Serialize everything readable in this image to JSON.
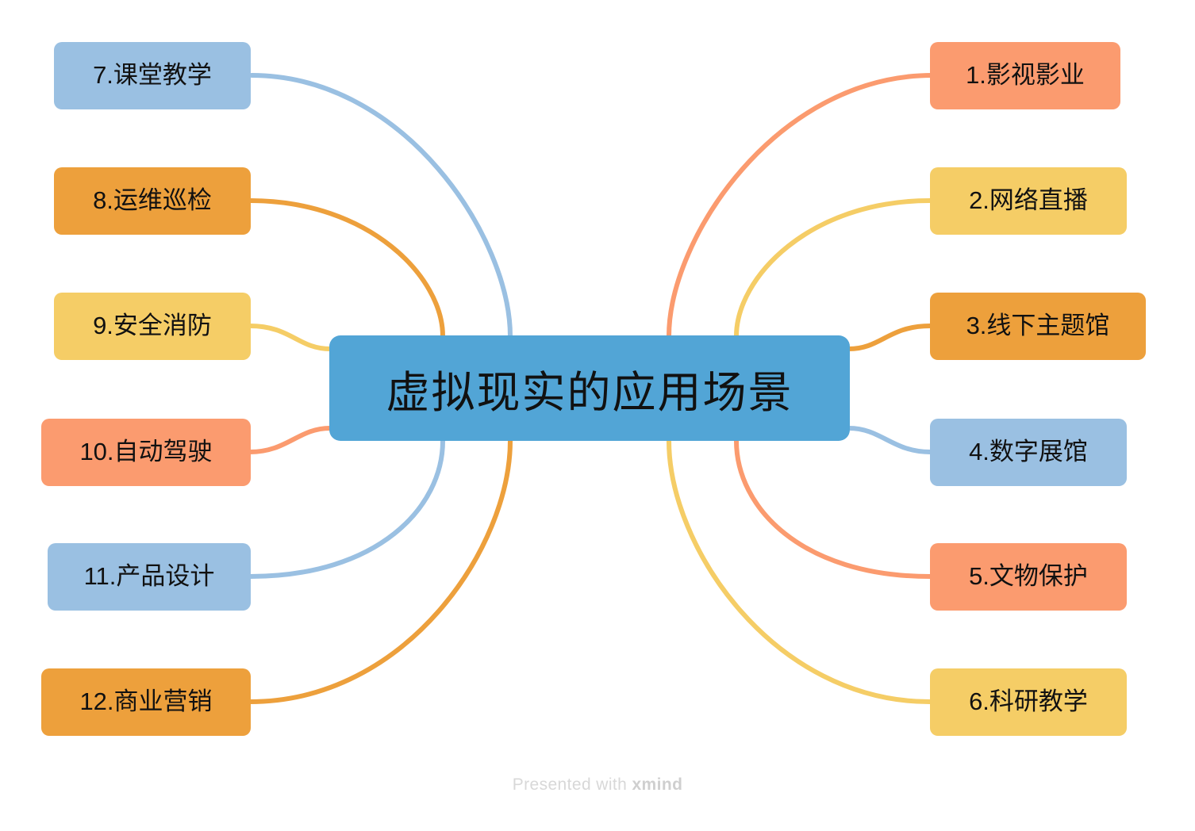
{
  "diagram": {
    "type": "mindmap",
    "title": "虚拟现实的应用场景",
    "central": {
      "label": "虚拟现实的应用场景",
      "color": "#52a5d6",
      "text_color": "#111111"
    },
    "palette": {
      "salmon": "#fb9b6f",
      "light_yellow": "#f5cd66",
      "orange": "#eda03c",
      "light_blue": "#9ac0e2",
      "central_blue": "#52a5d6",
      "background": "#ffffff",
      "watermark": "#d8d8d8"
    },
    "branches_right": [
      {
        "index": "1",
        "number": "1.",
        "text": "影视影业",
        "label": "1.影视影业",
        "color": "#fb9b6f",
        "side": "right"
      },
      {
        "index": "2",
        "number": "2.",
        "text": "网络直播",
        "label": "2.网络直播",
        "color": "#f5cd66",
        "side": "right"
      },
      {
        "index": "3",
        "number": "3.",
        "text": "线下主题馆",
        "label": "3.线下主题馆",
        "color": "#eda03c",
        "side": "right"
      },
      {
        "index": "4",
        "number": "4.",
        "text": "数字展馆",
        "label": "4.数字展馆",
        "color": "#9ac0e2",
        "side": "right"
      },
      {
        "index": "5",
        "number": "5.",
        "text": "文物保护",
        "label": "5.文物保护",
        "color": "#fb9b6f",
        "side": "right"
      },
      {
        "index": "6",
        "number": "6.",
        "text": "科研教学",
        "label": "6.科研教学",
        "color": "#f5cd66",
        "side": "right"
      }
    ],
    "branches_left": [
      {
        "index": "7",
        "number": "7.",
        "text": "课堂教学",
        "label": "7.课堂教学",
        "color": "#9ac0e2",
        "side": "left"
      },
      {
        "index": "8",
        "number": "8.",
        "text": "运维巡检",
        "label": "8.运维巡检",
        "color": "#eda03c",
        "side": "left"
      },
      {
        "index": "9",
        "number": "9.",
        "text": "安全消防",
        "label": "9.安全消防",
        "color": "#f5cd66",
        "side": "left"
      },
      {
        "index": "10",
        "number": "10.",
        "text": "自动驾驶",
        "label": "10.自动驾驶",
        "color": "#fb9b6f",
        "side": "left"
      },
      {
        "index": "11",
        "number": "11.",
        "text": "产品设计",
        "label": "11.产品设计",
        "color": "#9ac0e2",
        "side": "left"
      },
      {
        "index": "12",
        "number": "12.",
        "text": "商业营销",
        "label": "12.商业营销",
        "color": "#eda03c",
        "side": "left"
      }
    ]
  },
  "footer": {
    "prefix": "Presented with ",
    "brand": "xmind"
  }
}
